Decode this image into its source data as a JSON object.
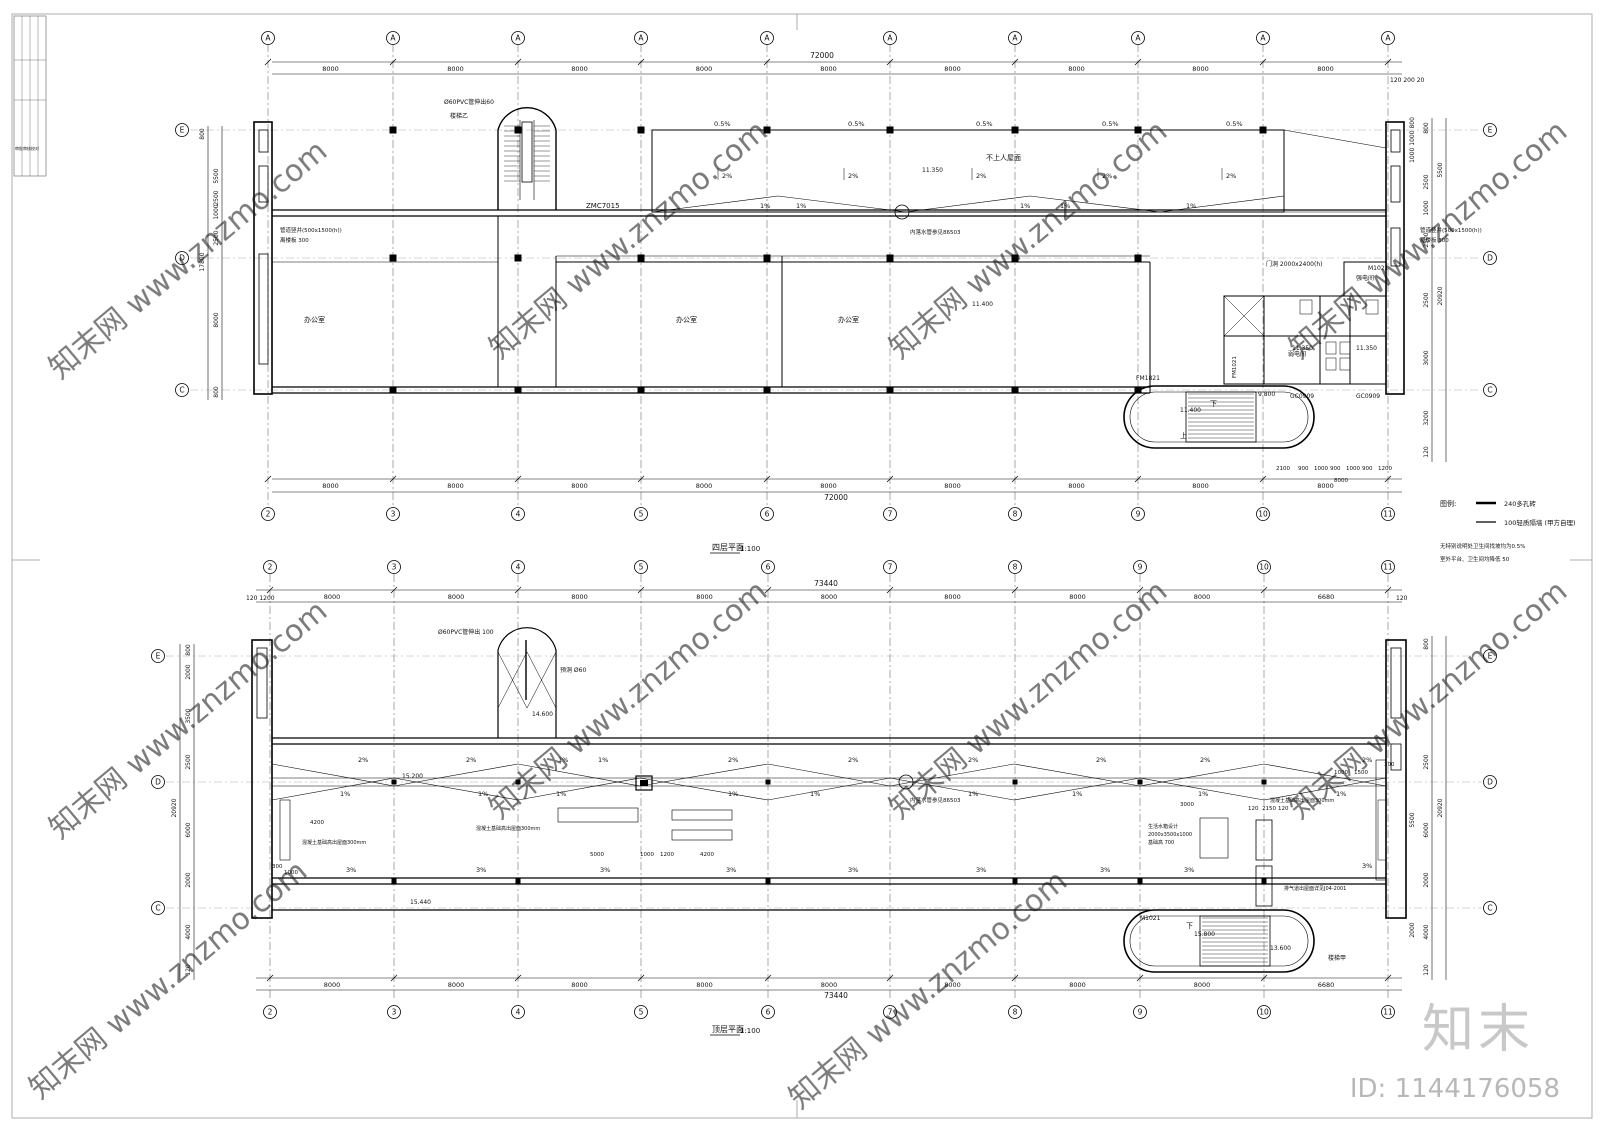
{
  "plan_upper": {
    "title": "四层平面",
    "scale": "1:100",
    "overall_dim": "72000",
    "bay_dims": [
      "8000",
      "8000",
      "8000",
      "8000",
      "8000",
      "8000",
      "8000",
      "8000",
      "8000"
    ],
    "top_axis_labels": [
      "A",
      "A",
      "A",
      "A",
      "A",
      "A",
      "A",
      "A",
      "A",
      "A",
      "A"
    ],
    "bottom_axis_labels": [
      "2",
      "3",
      "4",
      "5",
      "6",
      "7",
      "8",
      "9",
      "10",
      "11"
    ],
    "row_axis_labels": [
      "E",
      "D",
      "C"
    ],
    "top_right_dim": "120 200 20",
    "right_dims": [
      "800",
      "1000 1000 800",
      "5500",
      "2500",
      "1000",
      "2500",
      "20920",
      "2500",
      "3000",
      "3200",
      "120"
    ],
    "left_dims": [
      "800",
      "5500",
      "2500",
      "1000",
      "2500",
      "17800",
      "8000",
      "800"
    ],
    "rooms": [
      "办公室",
      "办公室",
      "办公室",
      "不上人屋面",
      "楼梯间",
      "弱电间",
      "强电间"
    ],
    "slopes": [
      "0.5%",
      "0.5%",
      "0.5%",
      "0.5%",
      "0.5%",
      "2%",
      "2%",
      "2%",
      "2%",
      "2%",
      "1%",
      "1%",
      "1%",
      "1%",
      "1%"
    ],
    "elevations": [
      "11.350",
      "11.400",
      "11.400",
      "11.350",
      "11.350",
      "9.800"
    ],
    "labels": {
      "pipe": "Ø60PVC管伸出60",
      "stair": "楼梯乙",
      "zmc": "ZMC7015",
      "door_fm": "FM1821",
      "door_m": "M1021",
      "door_fm2": "FM1021",
      "gc1": "GC0909",
      "gc2": "GC0909",
      "hole": "门洞 2000x2400(h)",
      "shaft_left": "管道竖井(500x1500(h))",
      "shaft_left2": "离楼板 300",
      "shaft_right": "管道竖井(500x1500(h))",
      "shaft_right2": "离楼板 300",
      "gutter": "内落水管参见86503",
      "stair_dn": "下",
      "stair_up": "上",
      "bottom_dims": [
        "2100",
        "900",
        "1000",
        "900",
        "1000",
        "900",
        "1200",
        "8000"
      ]
    },
    "legend": {
      "title": "图例:",
      "item1": "240多孔砖",
      "item2": "100轻质隔墙 (甲方自理)",
      "note1": "无特别说明处卫生间找坡均为0.5%",
      "note2": "室外平台、卫生间均降低 50"
    }
  },
  "plan_lower": {
    "title": "顶层平面",
    "scale": "1:100",
    "overall_dim": "73440",
    "bay_dims": [
      "8000",
      "8000",
      "8000",
      "8000",
      "8000",
      "8000",
      "8000",
      "8000",
      "6680"
    ],
    "top_axis_labels": [
      "2",
      "3",
      "4",
      "5",
      "6",
      "7",
      "8",
      "9",
      "10",
      "11"
    ],
    "bottom_axis_labels": [
      "2",
      "3",
      "4",
      "5",
      "6",
      "7",
      "8",
      "9",
      "10",
      "11"
    ],
    "row_axis_labels": [
      "E",
      "D",
      "C"
    ],
    "left_edge": "120 1200",
    "right_edge": "120",
    "slopes_top": [
      "2%",
      "2%",
      "1%",
      "1%",
      "2%",
      "2%",
      "2%",
      "2%",
      "2%",
      "2%"
    ],
    "slopes_mid": [
      "1%",
      "1%",
      "1%",
      "1%",
      "1%",
      "1%",
      "1%",
      "1%",
      "1%"
    ],
    "slopes_bot": [
      "3%",
      "3%",
      "3%",
      "3%",
      "3%",
      "3%",
      "3%",
      "3%",
      "3%"
    ],
    "elevations": [
      "15.200",
      "15.440",
      "14.600",
      "15.800",
      "13.600"
    ],
    "labels": {
      "pipe": "Ø60PVC管伸出 100",
      "hole": "预洞 Ø60",
      "base1": "混凝土基础高出屋面300mm",
      "base2": "混凝土基础高出屋面300mm",
      "base3": "混凝土基础高出屋面300mm",
      "tank1": "生活水箱设计",
      "tank2": "2000x3500x1000",
      "tank3": "基础高 700",
      "vent": "排气道出屋面详见J04-2001",
      "gutter": "内落水管参见86503",
      "door_m": "M1021",
      "stair_dn": "下",
      "stair_name": "楼梯甲",
      "dims_mid": [
        "5000",
        "1000",
        "1200",
        "4200"
      ],
      "dims_left": [
        "4200",
        "300",
        "1000"
      ],
      "dims_right": [
        "1000",
        "1500",
        "300",
        "3000",
        "120",
        "2150",
        "120"
      ]
    },
    "left_dims": [
      "800",
      "2000",
      "3500",
      "2500",
      "20920",
      "6000",
      "2000",
      "4000",
      "120"
    ],
    "right_dims": [
      "800",
      "2500",
      "20920",
      "6000",
      "5500",
      "2000",
      "2000",
      "4000",
      "120"
    ]
  },
  "watermark": {
    "text": "知末网 www.znzmo.com",
    "brand": "知末",
    "id": "ID: 1144176058"
  },
  "title_block": [
    "审批",
    "审核",
    "校对",
    "设计",
    "制图"
  ]
}
